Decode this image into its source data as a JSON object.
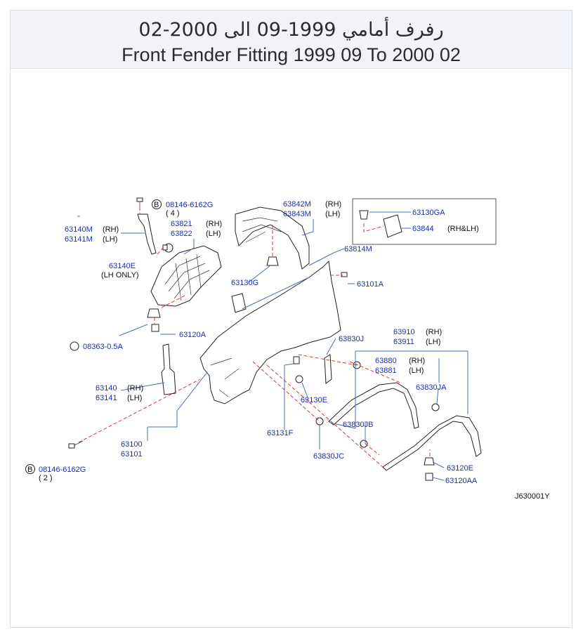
{
  "header": {
    "title_ar": "رفرف أمامي 1999-09 الى 2000-02",
    "title_en": "Front Fender Fitting 1999 09 To 2000 02"
  },
  "diagram_code": "J630001Y",
  "labels": {
    "bolt_top_pn": "08146-6162G",
    "bolt_top_qty": "( 4 )",
    "bolt_bottom_pn": "08146-6162G",
    "bolt_bottom_qty": "( 2 )",
    "b_mark": "B",
    "p63140M": "63140M",
    "p63141M": "63141M",
    "rh1": "(RH)",
    "lh1": "(LH)",
    "p63821": "63821",
    "p63822": "63822",
    "rh2": "(RH)",
    "lh2": "(LH)",
    "p63842M": "63842M",
    "p63843M": "63843M",
    "rh3": "(RH)",
    "lh3": "(LH)",
    "p63130GA": "63130GA",
    "p63844": "63844",
    "rhlh": "(RH&LH)",
    "p63814M": "63814M",
    "p63140E": "63140E",
    "lh_only": "(LH  ONLY)",
    "p63130G": "63130G",
    "p63101A": "63101A",
    "p63120A": "63120A",
    "p08363": "08363-0.5A",
    "p63830J": "63830J",
    "p63910": "63910",
    "p63911": "63911",
    "rh4": "(RH)",
    "lh4": "(LH)",
    "p63880": "63880",
    "p63881": "63881",
    "rh5": "(RH)",
    "lh5": "(LH)",
    "p63830JA": "63830JA",
    "p63140": "63140",
    "p63141": "63141",
    "rh6": "(RH)",
    "lh6": "(LH)",
    "p63130E": "63130E",
    "p63830JB": "63830JB",
    "p63131F": "63131F",
    "p63100": "63100",
    "p63101": "63101",
    "p63830JC": "63830JC",
    "p63120E": "63120E",
    "p63120AA": "63120AA"
  }
}
